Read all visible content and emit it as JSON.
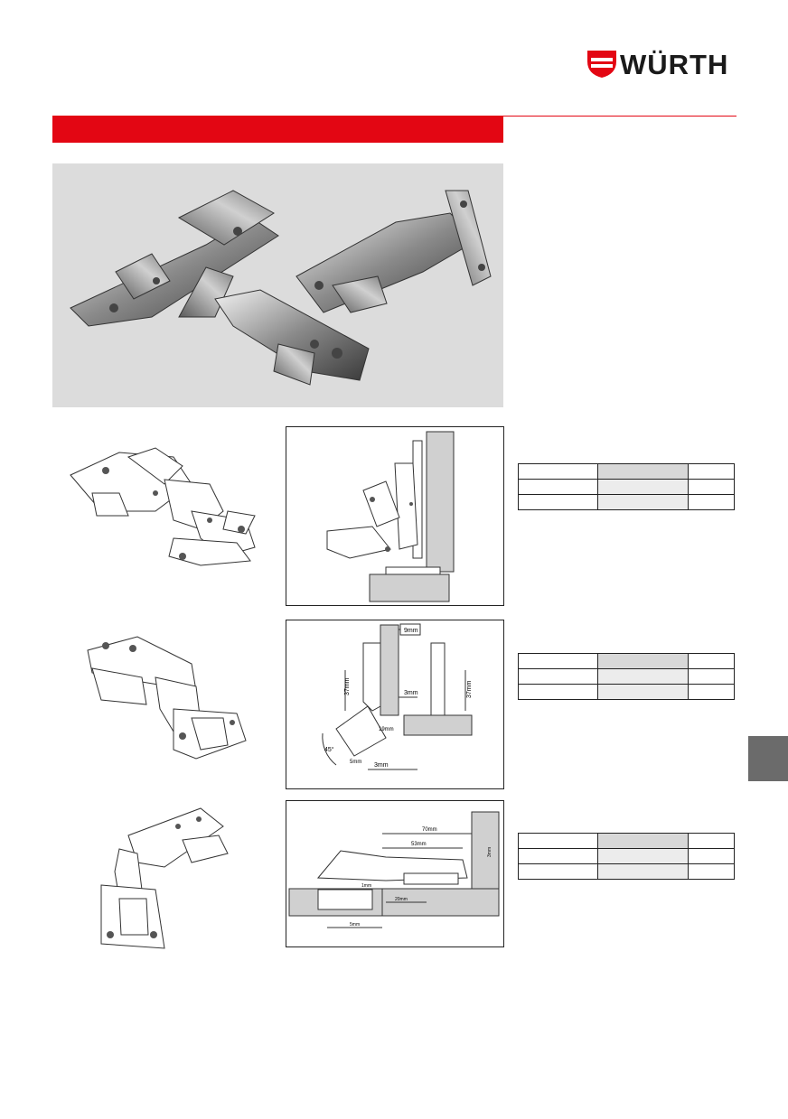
{
  "brand": {
    "name": "WÜRTH",
    "logo_color": "#e30613"
  },
  "colors": {
    "accent": "#e30613",
    "panel_grey": "#dcdcdc",
    "tab_grey": "#6b6b6b",
    "table_head": "#d8d8d8",
    "table_body": "#ececec"
  },
  "diagrams": {
    "d2": {
      "top_dim": "9mm",
      "left_height": "37mm",
      "right_height": "37mm",
      "gap_dim": "3mm",
      "bottom_dim": "3mm",
      "angle": "45°",
      "small_a": "5mm",
      "small_b": "19mm"
    },
    "d3": {
      "dim_70": "70mm",
      "dim_53": "53mm",
      "dim_1": "1mm",
      "dim_20": "20mm",
      "dim_5": "5mm",
      "dim_side": "3mm"
    }
  },
  "tables": [
    {
      "rows": [
        [
          "",
          "",
          ""
        ],
        [
          "",
          "",
          ""
        ],
        [
          "",
          "",
          ""
        ]
      ]
    },
    {
      "rows": [
        [
          "",
          "",
          ""
        ],
        [
          "",
          "",
          ""
        ],
        [
          "",
          "",
          ""
        ]
      ]
    },
    {
      "rows": [
        [
          "",
          "",
          ""
        ],
        [
          "",
          "",
          ""
        ],
        [
          "",
          "",
          ""
        ]
      ]
    }
  ]
}
